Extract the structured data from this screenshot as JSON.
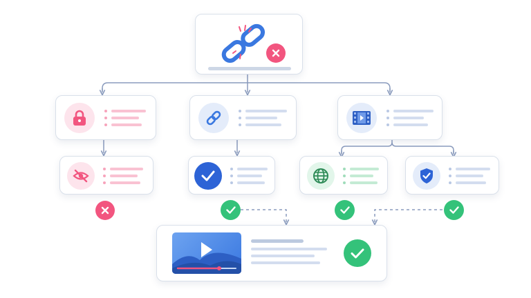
{
  "colors": {
    "connector": "#8a9bbd",
    "card_border": "#d9e0ea",
    "red": "#f2557f",
    "red_light": "#fde4ec",
    "blue": "#3a78e0",
    "blue_light": "#e4ecfa",
    "green": "#34c27a",
    "green_light": "#e2f6ea",
    "line_gray": "#cdd7e6"
  },
  "nodes": [
    {
      "id": "root",
      "name": "broken-link-node",
      "icon": "broken-link-icon",
      "status": "error"
    },
    {
      "id": "lock",
      "name": "locked-content-node",
      "icon": "padlock-icon",
      "status": "none"
    },
    {
      "id": "link",
      "name": "link-node",
      "icon": "link-icon",
      "status": "none"
    },
    {
      "id": "video",
      "name": "video-node",
      "icon": "video-file-icon",
      "status": "none"
    },
    {
      "id": "hidden",
      "name": "hidden-content-node",
      "icon": "eye-off-icon",
      "status": "error"
    },
    {
      "id": "verified",
      "name": "verified-node",
      "icon": "checkmark-icon",
      "status": "success"
    },
    {
      "id": "globe",
      "name": "globe-node",
      "icon": "globe-icon",
      "status": "success"
    },
    {
      "id": "shield",
      "name": "shield-node",
      "icon": "shield-check-icon",
      "status": "success"
    },
    {
      "id": "result",
      "name": "video-player-result-node",
      "icon": "video-player-icon",
      "status": "success"
    }
  ]
}
